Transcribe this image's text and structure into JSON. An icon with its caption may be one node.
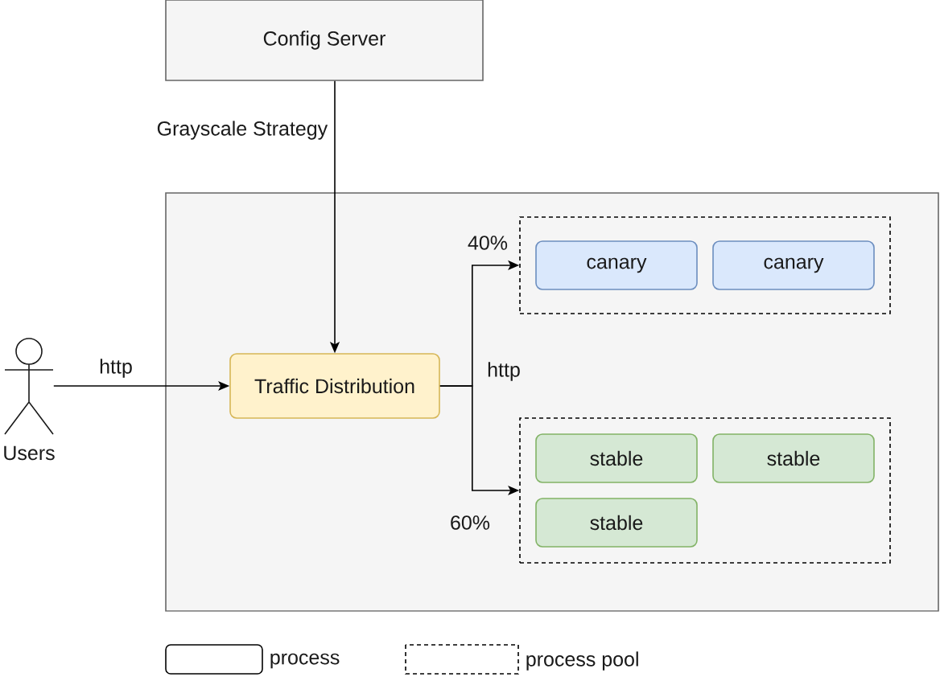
{
  "diagram": {
    "nodes": [
      {
        "text": [
          "Config Server"
        ]
      },
      {
        "text": [
          "Users"
        ]
      },
      {
        "text": [],
        "shape": "box"
      },
      {
        "text": [
          "Traffic Distribution"
        ],
        "in": 2
      },
      {
        "text": [],
        "shape": "box",
        "in": 2
      },
      {
        "text": [
          "canary"
        ],
        "in": 4
      },
      {
        "text": [
          "canary"
        ],
        "in": 4
      },
      {
        "text": [],
        "shape": "box",
        "in": 2
      },
      {
        "text": [
          "stable"
        ],
        "in": 7
      },
      {
        "text": [
          "stable"
        ],
        "in": 7
      },
      {
        "text": [
          "stable"
        ],
        "in": 7
      }
    ],
    "edges": [
      {
        "from": 0,
        "to": 3,
        "arrow": "to",
        "label": "Grayscale Strategy"
      },
      {
        "from": 1,
        "to": 3,
        "arrow": "to",
        "label": "http"
      },
      {
        "from": 3,
        "to": 4,
        "arrow": "to",
        "label": "40%"
      },
      {
        "from": 3,
        "to": 7,
        "arrow": "to",
        "label": "60%"
      }
    ],
    "labels": [
      "http"
    ],
    "legend": [
      {
        "text": "process"
      },
      {
        "text": "process pool"
      }
    ]
  }
}
